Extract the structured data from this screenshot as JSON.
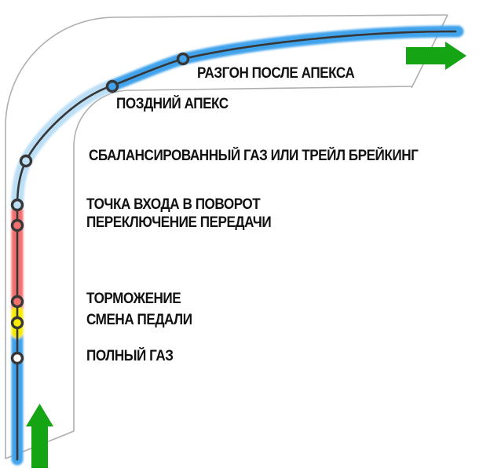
{
  "diagram": {
    "labels": {
      "acceleration_after_apex": "РАЗГОН ПОСЛЕ АПЕКСА",
      "late_apex": "ПОЗДНИЙ АПЕКС",
      "balanced_throttle_or_trail_braking": "СБАЛАНСИРОВАННЫЙ ГАЗ ИЛИ ТРЕЙЛ БРЕЙКИНГ",
      "corner_entry_point": "ТОЧКА ВХОДА В ПОВОРОТ",
      "gear_change": "ПЕРЕКЛЮЧЕНИЕ ПЕРЕДАЧИ",
      "braking": "ТОРМОЖЕНИЕ",
      "pedal_change": "СМЕНА ПЕДАЛИ",
      "full_throttle": "ПОЛНЫЙ ГАЗ"
    },
    "colors": {
      "track_edge": "#AFAFAF",
      "line_dark": "#373737",
      "throttle_blue": "#41A3EC",
      "trail_pale_blue": "#BCDFF6",
      "braking_red": "#F37070",
      "pedal_yellow": "#F7EC00",
      "marker_white": "#FFFFFF",
      "arrow_green": "#14A414"
    },
    "icons": {
      "entry_direction": "arrow-up-icon",
      "exit_direction": "arrow-right-icon"
    }
  }
}
